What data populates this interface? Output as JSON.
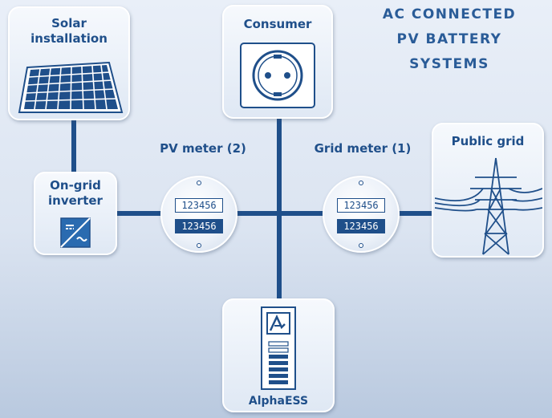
{
  "title_lines": [
    "AC CONNECTED",
    "PV BATTERY",
    "SYSTEMS"
  ],
  "nodes": {
    "solar": {
      "label_lines": [
        "Solar",
        "installation"
      ]
    },
    "consumer": {
      "label": "Consumer"
    },
    "inverter": {
      "label_lines": [
        "On-grid",
        "inverter"
      ]
    },
    "public_grid": {
      "label": "Public grid"
    },
    "battery": {
      "label": "AlphaESS"
    }
  },
  "meters": {
    "pv": {
      "label": "PV meter (2)",
      "readings": [
        "123456",
        "123456"
      ]
    },
    "grid": {
      "label": "Grid meter (1)",
      "readings": [
        "123456",
        "123456"
      ]
    }
  },
  "colors": {
    "primary": "#1f4f8a",
    "title": "#2a5c98",
    "background_top": "#e9eff8",
    "background_bottom": "#b9c9df"
  }
}
